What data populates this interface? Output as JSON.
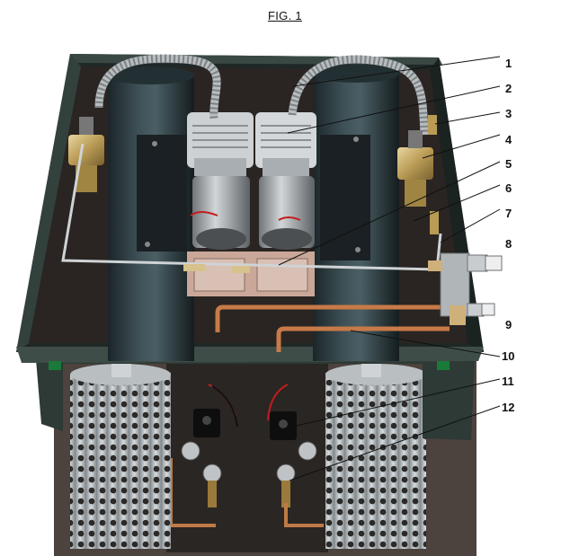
{
  "figure": {
    "title": "FIG. 1"
  },
  "callouts": [
    "1",
    "2",
    "3",
    "4",
    "5",
    "6",
    "7",
    "8",
    "9",
    "10",
    "11",
    "12"
  ]
}
